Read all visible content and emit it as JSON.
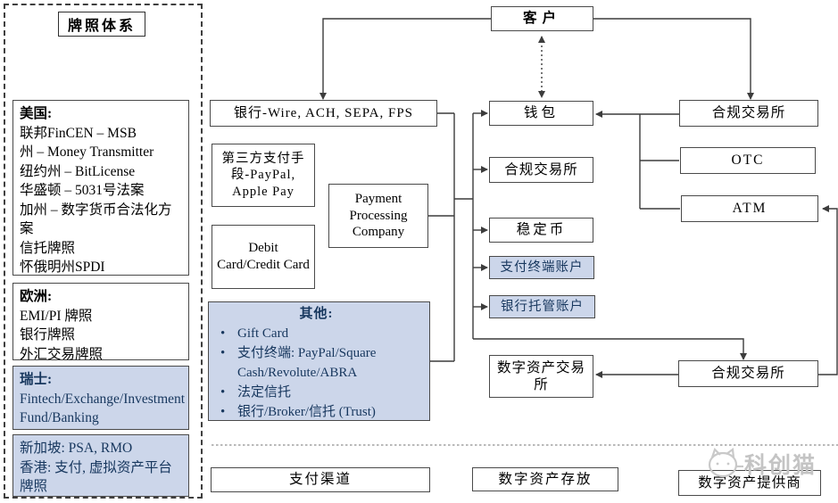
{
  "left_panel": {
    "title": "牌照体系",
    "sections": [
      {
        "heading": "美国:",
        "body": "联邦FinCEN – MSB\n州 – Money Transmitter\n纽约州 – BitLicense\n华盛顿 – 5031号法案\n加州 – 数字货币合法化方案\n信托牌照\n怀俄明州SPDI"
      },
      {
        "heading": "欧洲:",
        "body": "EMI/PI 牌照\n银行牌照\n外汇交易牌照"
      },
      {
        "heading": "瑞士:",
        "body": "Fintech/Exchange/Investment Fund/Banking"
      },
      {
        "heading": "",
        "body": "新加坡: PSA, RMO\n香港: 支付, 虚拟资产平台牌照"
      }
    ]
  },
  "nodes": {
    "customer": "客户",
    "bank_rails": "银行-Wire, ACH, SEPA, FPS",
    "third_party": "第三方支付手段-PayPal, Apple Pay",
    "payment_processor": "Payment Processing Company",
    "debit_credit": "Debit Card/Credit Card",
    "wallet": "钱包",
    "exchange_mid": "合规交易所",
    "stablecoin": "稳定币",
    "terminal_account": "支付终端账户",
    "custody_account": "银行托管账户",
    "digital_asset_exchange": "数字资产交易所",
    "exchange_top_right": "合规交易所",
    "otc": "OTC",
    "atm": "ATM",
    "exchange_bottom_right": "合规交易所",
    "pay_channel": "支付渠道",
    "asset_storage": "数字资产存放",
    "asset_provider": "数字资产提供商"
  },
  "other_box": {
    "title": "其他:",
    "items": [
      "Gift Card",
      "支付终端: PayPal/Square Cash/Revolute/ABRA",
      "法定信托",
      "银行/Broker/信托 (Trust)"
    ]
  },
  "watermark": {
    "text": "科创猫"
  },
  "colors": {
    "blue_fill": "#ccd6ea",
    "navy_text": "#17375e",
    "line": "#3c3c3c"
  }
}
